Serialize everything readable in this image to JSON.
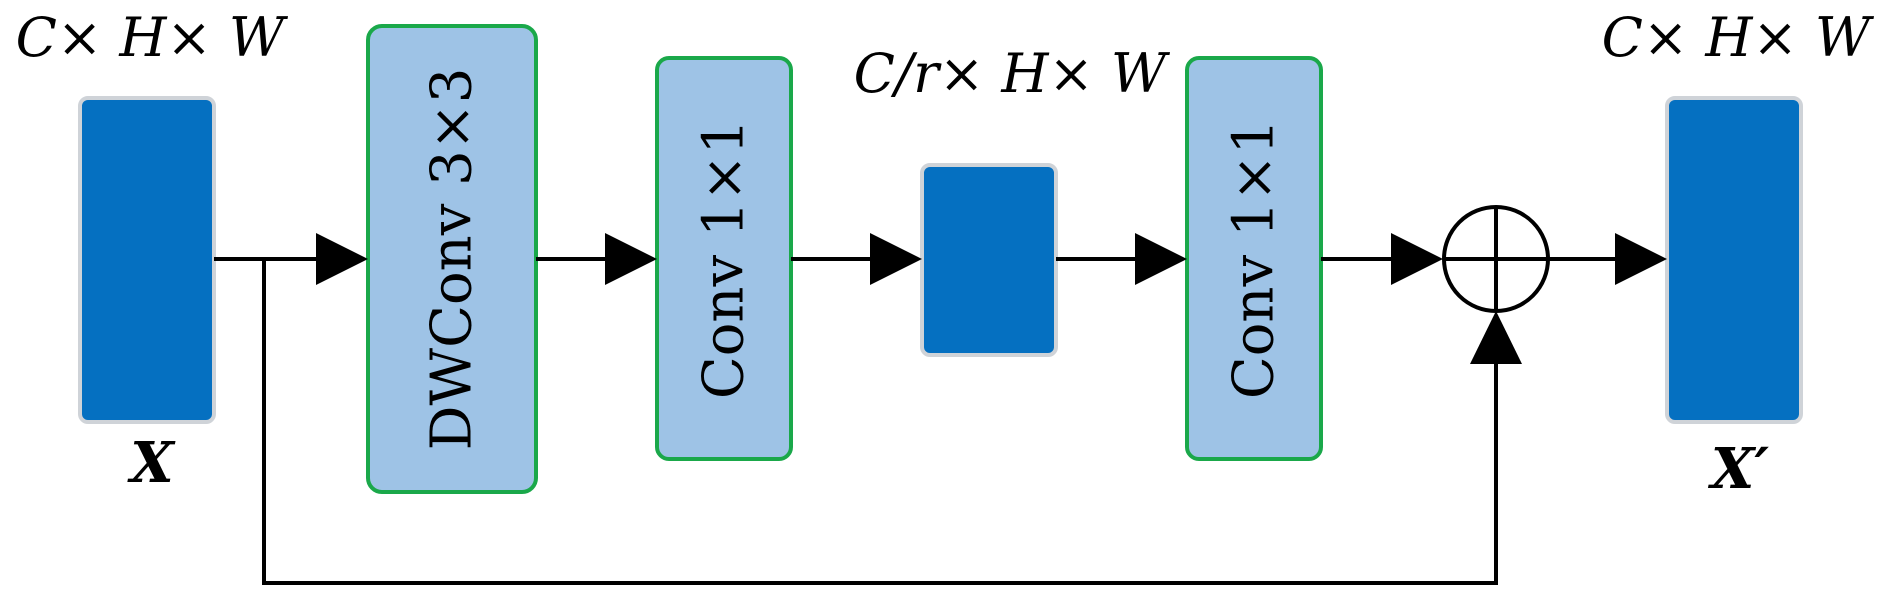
{
  "labels": {
    "input_shape": "C× H× W",
    "reduced_shape": "C/r× H× W",
    "output_shape": "C× H× W",
    "input_name": "X",
    "output_name": "X′"
  },
  "blocks": {
    "dwconv": "DWConv 3×3",
    "conv1": "Conv 1×1",
    "conv2": "Conv 1×1"
  },
  "colors": {
    "tensor_fill": "#0570c1",
    "tensor_stroke": "#cfd3d8",
    "block_fill": "#9ec3e6",
    "block_stroke": "#1aa84a",
    "line": "#000000"
  }
}
